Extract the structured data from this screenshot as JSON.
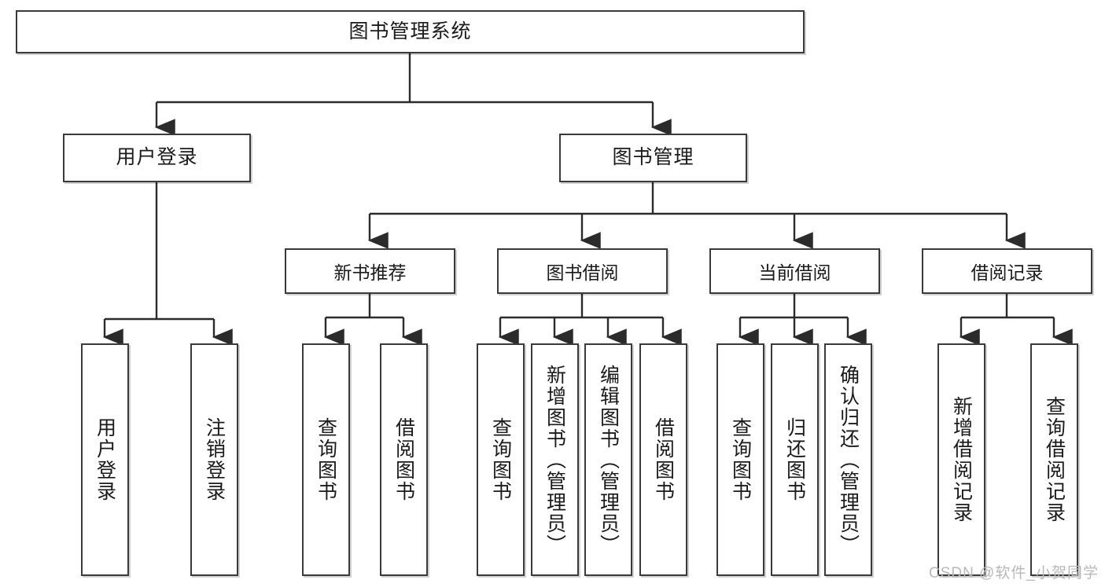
{
  "diagram": {
    "title": "图书管理系统",
    "type": "tree",
    "root": {
      "label": "图书管理系统"
    },
    "level2": [
      {
        "label": "用户登录"
      },
      {
        "label": "图书管理"
      }
    ],
    "level3": [
      {
        "label": "新书推荐"
      },
      {
        "label": "图书借阅"
      },
      {
        "label": "当前借阅"
      },
      {
        "label": "借阅记录"
      }
    ],
    "leaves": [
      {
        "label": "用户登录",
        "parent": "用户登录"
      },
      {
        "label": "注销登录",
        "parent": "用户登录"
      },
      {
        "label": "查询图书",
        "parent": "新书推荐"
      },
      {
        "label": "借阅图书",
        "parent": "新书推荐"
      },
      {
        "label": "查询图书",
        "parent": "图书借阅"
      },
      {
        "label": "新增图书（管理员）",
        "parent": "图书借阅"
      },
      {
        "label": "编辑图书（管理员）",
        "parent": "图书借阅"
      },
      {
        "label": "借阅图书",
        "parent": "图书借阅"
      },
      {
        "label": "查询图书",
        "parent": "当前借阅"
      },
      {
        "label": "归还图书",
        "parent": "当前借阅"
      },
      {
        "label": "确认归还（管理员）",
        "parent": "当前借阅"
      },
      {
        "label": "新增借阅记录",
        "parent": "借阅记录"
      },
      {
        "label": "查询借阅记录",
        "parent": "借阅记录"
      }
    ],
    "colors": {
      "box_border": "#3a3a3a",
      "box_fill": "#ffffff",
      "text": "#1a1a1a",
      "connector": "#2b2b2b",
      "watermark": "#b9b9b9"
    }
  },
  "watermark": {
    "text": "CSDN @软件_小贺同学"
  }
}
